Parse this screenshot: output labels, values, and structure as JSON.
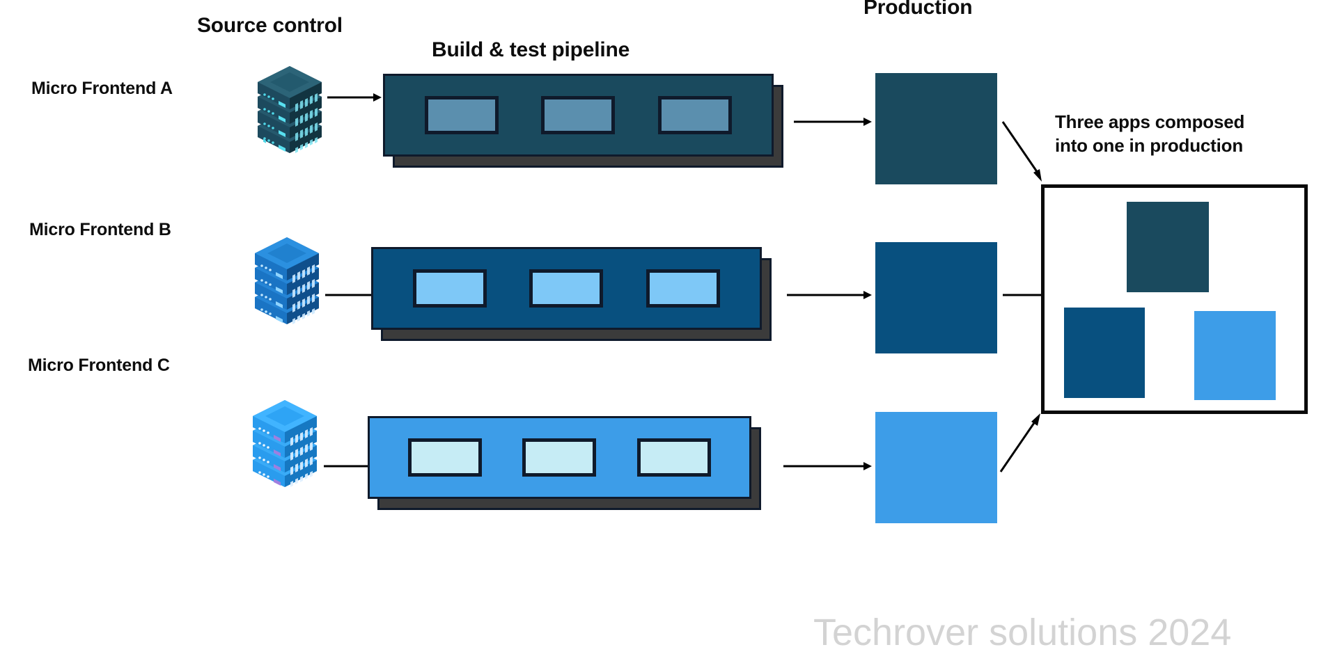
{
  "diagram": {
    "title_headers": {
      "source_control": "Source control",
      "build_test_pipeline": "Build & test pipeline",
      "production": "Production"
    },
    "note": "Three apps composed\ninto one in production",
    "watermark": "Techrover solutions 2024",
    "colors": {
      "frontend_a_dark": "#1a4a5e",
      "frontend_a_stage": "#5b8fae",
      "frontend_b_dark": "#08507f",
      "frontend_b_stage": "#7ec8f7",
      "frontend_c_dark": "#3d9de8",
      "frontend_c_stage": "#c6ecf5",
      "outline": "#0f1a2b",
      "shadow": "#3b3b3b",
      "frame_border": "#0a0a0a",
      "text": "#0d0d0d",
      "watermark": "#d3d3d3",
      "background": "#ffffff"
    },
    "rows": [
      {
        "id": "a",
        "label": "Micro Frontend A",
        "server_icon": "server-stack-icon",
        "server_color": "#1d4a5e",
        "pipeline_color": "#1a4a5e",
        "pipeline_stages": [
          "stage-1",
          "stage-2",
          "stage-3"
        ],
        "stage_color": "#5b8fae",
        "production_color": "#1a4a5e",
        "arrow_source_to_pipeline": "arrow-right",
        "arrow_pipeline_to_production": "arrow-right",
        "arrow_production_to_composed": "arrow-diagonal-down-right"
      },
      {
        "id": "b",
        "label": "Micro Frontend B",
        "server_icon": "server-stack-icon",
        "server_color": "#1668b5",
        "pipeline_color": "#08507f",
        "pipeline_stages": [
          "stage-1",
          "stage-2",
          "stage-3"
        ],
        "stage_color": "#7ec8f7",
        "production_color": "#08507f",
        "arrow_source_to_pipeline": "arrow-right",
        "arrow_pipeline_to_production": "arrow-right",
        "arrow_production_to_composed": "arrow-right"
      },
      {
        "id": "c",
        "label": "Micro Frontend C",
        "server_icon": "server-stack-icon",
        "server_color": "#2196f3",
        "pipeline_color": "#3d9de8",
        "pipeline_stages": [
          "stage-1",
          "stage-2",
          "stage-3"
        ],
        "stage_color": "#c6ecf5",
        "production_color": "#3d9de8",
        "arrow_source_to_pipeline": "arrow-right",
        "arrow_pipeline_to_production": "arrow-right",
        "arrow_production_to_composed": "arrow-diagonal-up-right"
      }
    ],
    "composed_app": {
      "name": "composed-application-frame",
      "tiles": [
        {
          "id": "tile-a",
          "color": "#1a4a5e",
          "position": "top-center"
        },
        {
          "id": "tile-b",
          "color": "#08507f",
          "position": "bottom-left"
        },
        {
          "id": "tile-c",
          "color": "#3d9de8",
          "position": "bottom-right"
        }
      ]
    }
  }
}
